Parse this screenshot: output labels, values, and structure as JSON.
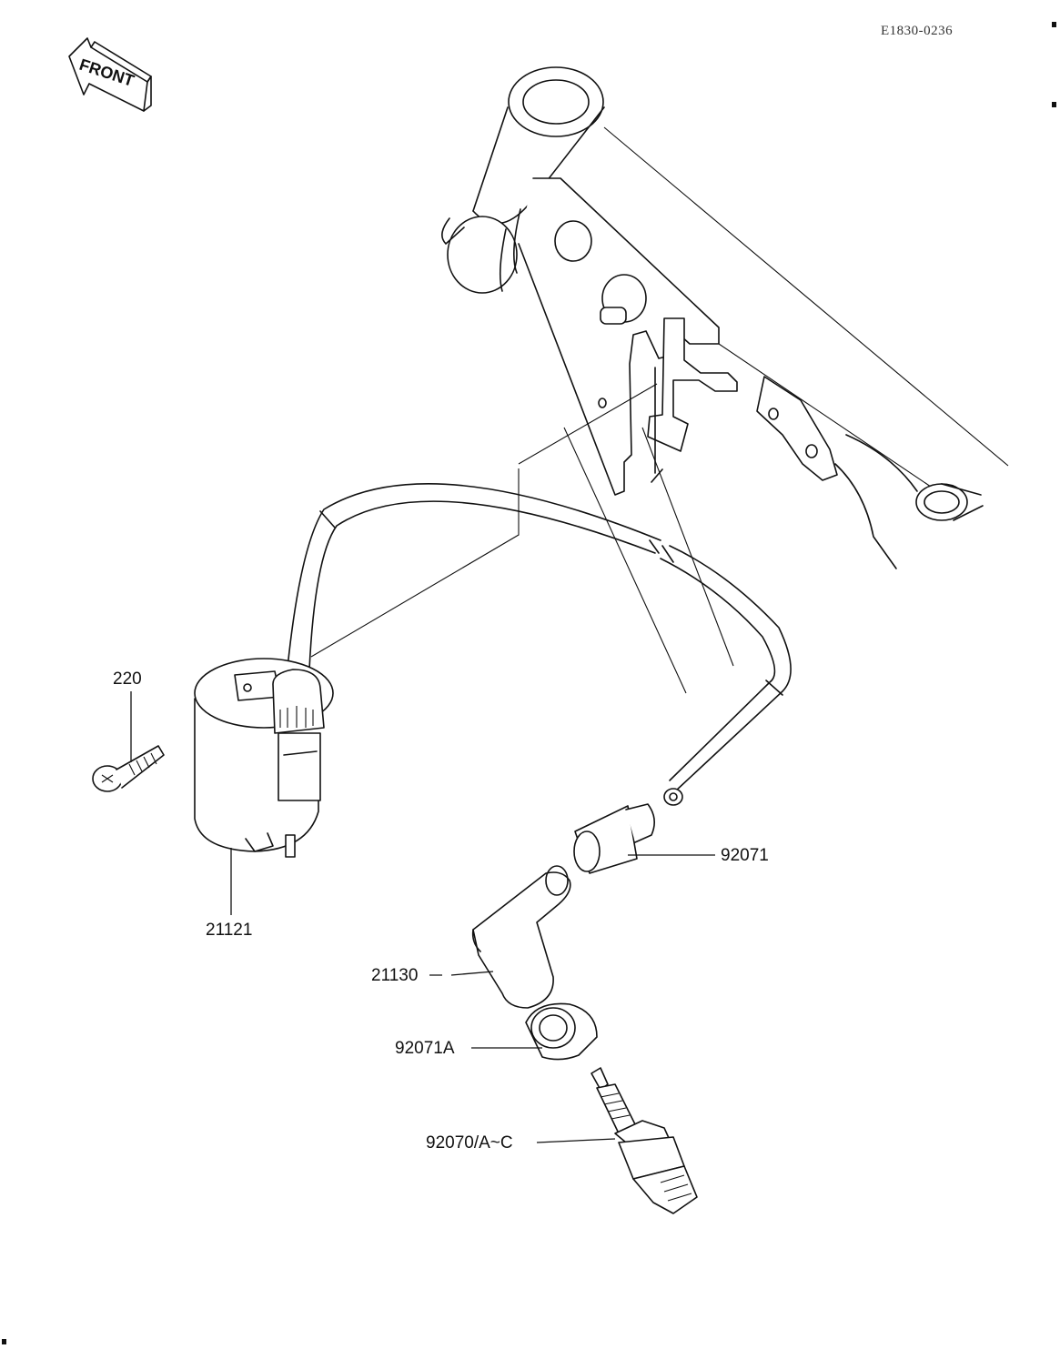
{
  "diagram_code": "E1830-0236",
  "front_label": "FRONT",
  "parts": [
    {
      "id": "screw",
      "number": "220"
    },
    {
      "id": "ignition-coil",
      "number": "21121"
    },
    {
      "id": "cap-seal",
      "number": "92071"
    },
    {
      "id": "plug-cap",
      "number": "21130"
    },
    {
      "id": "cap-seal-a",
      "number": "92071A"
    },
    {
      "id": "spark-plug",
      "number": "92070/A~C"
    }
  ]
}
